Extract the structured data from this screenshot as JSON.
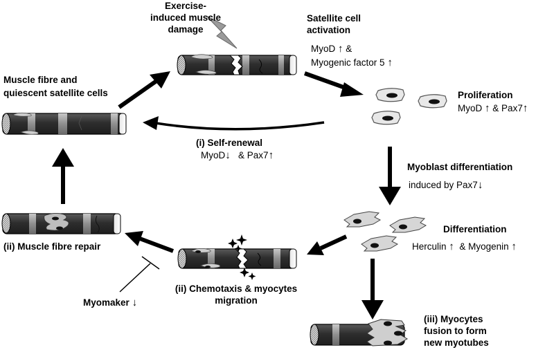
{
  "colors": {
    "fibre_dark": "#2f2f2f",
    "fibre_mid": "#4a4a4a",
    "band": "#9a9a9a",
    "cell_fill": "#d9d9d9",
    "nucleus": "#111111",
    "arrow": "#000000",
    "lightning": "#9a9a9a"
  },
  "labels": {
    "damage": [
      "Exercise-",
      "induced muscle",
      "damage"
    ],
    "activation": [
      "Satellite cell",
      "activation"
    ],
    "activation_markers": {
      "l1_a": "MyoD",
      "l1_arrow": "↑",
      "l1_b": "&",
      "l2_a": "Myogenic factor 5",
      "l2_arrow": "↑"
    },
    "quiescent": [
      "Muscle fibre and",
      "quiescent satellite cells"
    ],
    "proliferation": "Proliferation",
    "proliferation_markers": {
      "a": "MyoD",
      "a_arrow": "↑",
      "b": "& Pax7",
      "b_arrow": "↑"
    },
    "self_renewal": "(i) Self-renewal",
    "self_renewal_markers": {
      "a": "MyoD",
      "a_arrow": "↓",
      "b": "& Pax7",
      "b_arrow": "↑"
    },
    "myoblast_diff": "Myoblast differentiation",
    "myoblast_induced": {
      "text": "induced by Pax7",
      "arrow": "↓"
    },
    "differentiation": "Differentiation",
    "diff_markers": {
      "a": "Herculin",
      "a_arrow": "↑",
      "b": "& Myogenin",
      "b_arrow": "↑"
    },
    "repair": "(ii) Muscle fibre repair",
    "chemotaxis": [
      "(ii) Chemotaxis & myocytes",
      "migration"
    ],
    "myomaker": {
      "text": "Myomaker",
      "arrow": "↓"
    },
    "fusion": [
      "(iii) Myocytes",
      "fusion to form",
      "new myotubes"
    ]
  }
}
